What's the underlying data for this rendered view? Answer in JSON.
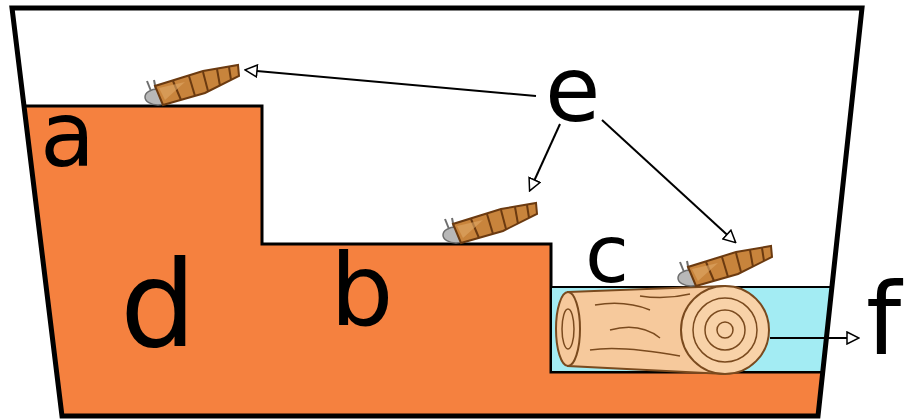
{
  "diagram": {
    "labels": [
      "a",
      "e",
      "b",
      "c",
      "f",
      "d"
    ]
  }
}
